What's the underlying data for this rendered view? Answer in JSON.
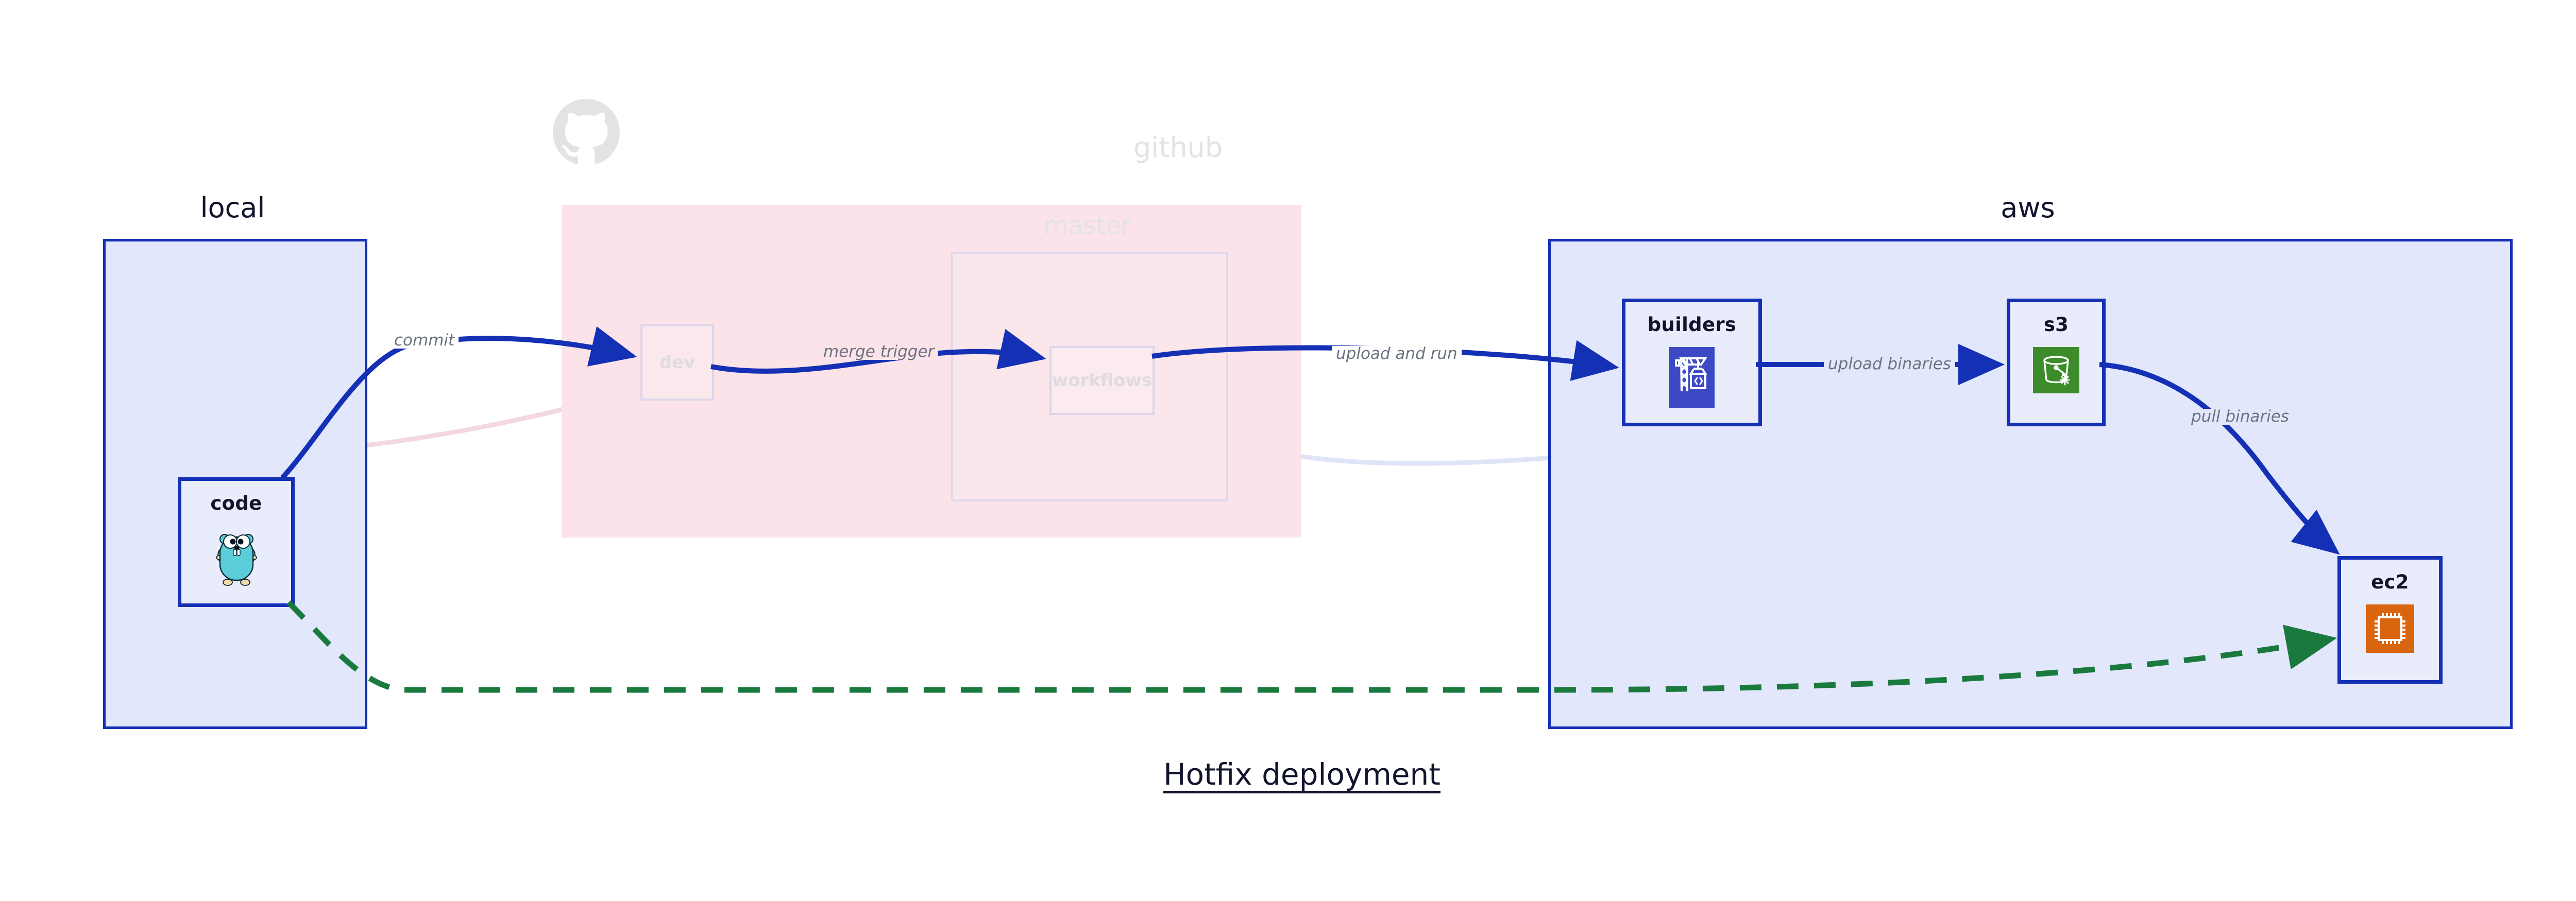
{
  "diagram": {
    "title": "Hotfix deployment",
    "background": "#ffffff",
    "accent_blue": "#1430b5",
    "accent_green": "#1a7a3e",
    "faded_pink": "#fbe3e9",
    "faded_blue": "#e2e7fb"
  },
  "groups": [
    {
      "id": "local",
      "label": "local",
      "faded": false,
      "border_color": "#1430b5",
      "fill_color": "#e2e7fb"
    },
    {
      "id": "github",
      "label": "github",
      "faded": true,
      "border_color": "none",
      "fill_color": "#fbe3e9",
      "logo": "github-octocat-icon",
      "subgroup": {
        "id": "master",
        "label": "master",
        "faded": true
      }
    },
    {
      "id": "aws",
      "label": "aws",
      "faded": false,
      "border_color": "#1430b5",
      "fill_color": "#e2e7fb"
    }
  ],
  "nodes": [
    {
      "id": "code",
      "label": "code",
      "group": "local",
      "icon": "go-gopher-icon",
      "faded": false
    },
    {
      "id": "dev",
      "label": "dev",
      "group": "github",
      "icon": null,
      "faded": true
    },
    {
      "id": "workflows",
      "label": "workflows",
      "group": "master",
      "icon": null,
      "faded": true
    },
    {
      "id": "builders",
      "label": "builders",
      "group": "aws",
      "icon": "aws-codebuild-icon",
      "faded": false
    },
    {
      "id": "s3",
      "label": "s3",
      "group": "aws",
      "icon": "aws-s3-glacier-icon",
      "faded": false
    },
    {
      "id": "ec2",
      "label": "ec2",
      "group": "aws",
      "icon": "aws-ec2-icon",
      "faded": false
    }
  ],
  "edges": [
    {
      "id": "commit",
      "from": "code",
      "to": "dev",
      "label": "commit",
      "style": "solid",
      "color": "#1430b5",
      "faded": false
    },
    {
      "id": "merge-trigger",
      "from": "dev",
      "to": "workflows",
      "label": "merge trigger",
      "style": "solid",
      "color": "#1430b5",
      "faded": false
    },
    {
      "id": "upload-and-run",
      "from": "workflows",
      "to": "builders",
      "label": "upload and run",
      "style": "solid",
      "color": "#1430b5",
      "faded": false
    },
    {
      "id": "upload-binaries",
      "from": "builders",
      "to": "s3",
      "label": "upload binaries",
      "style": "solid",
      "color": "#1430b5",
      "faded": false
    },
    {
      "id": "pull-binaries",
      "from": "s3",
      "to": "ec2",
      "label": "pull binaries",
      "style": "solid",
      "color": "#1430b5",
      "faded": false
    },
    {
      "id": "hotfix-direct",
      "from": "code",
      "to": "ec2",
      "label": "",
      "style": "dashed",
      "color": "#1a7a3e",
      "faded": false
    },
    {
      "id": "faded-code-dev",
      "from": "code",
      "to": "dev",
      "label": "",
      "style": "solid",
      "color": "#f3d8e0",
      "faded": true
    },
    {
      "id": "faded-dev-workflows",
      "from": "dev",
      "to": "workflows",
      "label": "",
      "style": "solid",
      "color": "#e0daf0",
      "faded": true
    },
    {
      "id": "faded-workflows-build",
      "from": "workflows",
      "to": "builders",
      "label": "",
      "style": "solid",
      "color": "#e3e7f7",
      "faded": true
    }
  ]
}
